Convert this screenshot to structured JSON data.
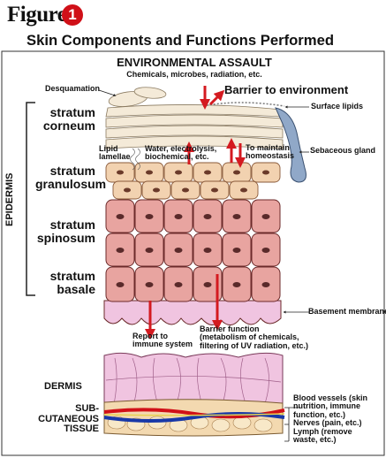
{
  "figure": {
    "word": "Figure",
    "number": "1",
    "title": "Skin Components and Functions Performed"
  },
  "top": {
    "heading": "ENVIRONMENTAL ASSAULT",
    "subheading": "Chemicals, microbes, radiation, etc.",
    "barrier": "Barrier to environment"
  },
  "layers": {
    "corneum": [
      "stratum",
      "corneum"
    ],
    "granulosum": [
      "stratum",
      "granulosum"
    ],
    "spinosum": [
      "stratum",
      "spinosum"
    ],
    "basale": [
      "stratum",
      "basale"
    ]
  },
  "epidermis_label": "EPIDERMIS",
  "labels": {
    "desquamation": "Desquamation",
    "surface_lipids": "Surface lipids",
    "lipid_lamellae": [
      "Lipid",
      "lamellae"
    ],
    "water": [
      "Water, electrolysis,",
      "biochemical, etc."
    ],
    "homeostasis": [
      "To maintain",
      "homeostasis"
    ],
    "sebaceous": "Sebaceous gland",
    "basement": "Basement membrane",
    "report": [
      "Report to",
      "immune system"
    ],
    "barrier_fn": [
      "Barrier function",
      "(metabolism of chemicals,",
      "filtering of UV radiation, etc.)"
    ],
    "dermis": "DERMIS",
    "subcut": [
      "SUB-",
      "CUTANEOUS",
      "TISSUE"
    ],
    "vessels": [
      "Blood vessels (skin",
      "nutrition, immune",
      "function, etc.)",
      "Nerves (pain, etc.)",
      "Lymph (remove",
      "waste, etc.)"
    ]
  },
  "colors": {
    "cell": "#e8a4a0",
    "cell_border": "#6b2a2a",
    "granulosum": "#f2d2b0",
    "corneum": "#f4ead8",
    "dermis": "#f0c4e0",
    "arrow": "#d41a20",
    "artery": "#d01018",
    "vein": "#1838a8",
    "gland": "#90a8c8"
  }
}
